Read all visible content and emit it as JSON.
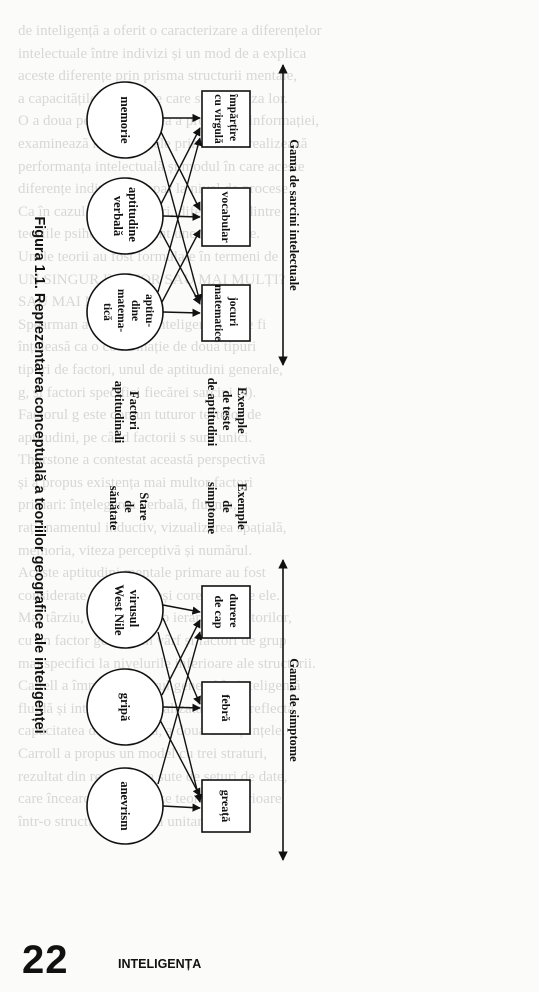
{
  "figure": {
    "caption": "Figura 1.1. Reprezentarea conceptuală a teoriilor geografice ale inteligenței",
    "left_panel": {
      "factors_title": [
        "Stare",
        "de",
        "sănătate"
      ],
      "factors": [
        {
          "label": [
            "virusul",
            "West Nile"
          ]
        },
        {
          "label": [
            "gripă"
          ]
        },
        {
          "label": [
            "anevrism"
          ]
        }
      ],
      "examples_title": [
        "Exemple",
        "de",
        "simptome"
      ],
      "examples": [
        {
          "label": [
            "durere",
            "de cap"
          ]
        },
        {
          "label": [
            "febră"
          ]
        },
        {
          "label": [
            "greață"
          ]
        }
      ],
      "range_label": "Gama de simptome"
    },
    "right_panel": {
      "factors_title": [
        "Factori",
        "aptitudinali"
      ],
      "factors": [
        {
          "label": [
            "memorie"
          ]
        },
        {
          "label": [
            "aptitudine",
            "verbală"
          ]
        },
        {
          "label": [
            "aptitu-",
            "dine",
            "matema-",
            "tică"
          ]
        }
      ],
      "examples_title": [
        "Exemple",
        "de teste",
        "de aptitudini"
      ],
      "examples": [
        {
          "label": [
            "împărțire",
            "cu virgulă"
          ]
        },
        {
          "label": [
            "vocabular"
          ]
        },
        {
          "label": [
            "jocuri",
            "matematice"
          ]
        }
      ],
      "range_label": "Gama de sarcini intelectuale"
    }
  },
  "footer": {
    "page_number": "22",
    "running_head": "INTELIGENȚA"
  },
  "bleed_text": [
    "de inteligență a oferit o caracterizare a diferențelor",
    "intelectuale între indivizi și un mod de a explica",
    "aceste diferențe prin prisma structurii mentale,",
    "a capacităților cognitive care stau la baza lor.",
    "O a doua perspectivă, cea a procesării informației,",
    "examinează mecanismele prin care se realizează",
    "performanța intelectuală și modul în care aceste",
    "diferențe individuale apar la nivel de procese.",
    "Ca în cazul altor abordări, diferențele dintre",
    "teoriile psihometrice sunt uneori subtile.",
    "Unele teorii au fost formulate în termeni de",
    "UN SINGUR FACTOR SAU MAI MULȚI?",
    "SAU MAI MULȚI?",
    "Spearman a propus că inteligența poate fi",
    "înțeleasă ca o combinație de două tipuri",
    "tipuri de factori, unul de aptitudini generale,",
    "g, și factori specifici fiecărei sarcini (s).",
    "Factorul g este comun tuturor testelor de",
    "aptitudini, pe când factorii s sunt unici.",
    "Thurstone a contestat această perspectivă",
    "și a propus existența mai multor factori",
    "primari: înțelegerea verbală, fluența,",
    "raționamentul inductiv, vizualizarea spațială,",
    "memoria, viteza perceptivă și numărul.",
    "Aceste aptitudini mentale primare au fost",
    "considerate distincte, deși corelate între ele.",
    "Mai târziu, s-a acceptat o ierarhie a factorilor,",
    "cu un factor general în vârf și factori de grup",
    "mai specifici la nivelurile inferioare ale structurii.",
    "Cattell a împărțit factorul general în inteligență",
    "fluidă și inteligență cristalizată; prima reflectă",
    "capacitatea de a raționa, a doua cunoștințele.",
    "Carroll a propus un model cu trei straturi,",
    "rezultat din reanaliza a sute de seturi de date,",
    "care încearcă să integreze teoriile anterioare",
    "într-o structură ierarhică unitară."
  ]
}
